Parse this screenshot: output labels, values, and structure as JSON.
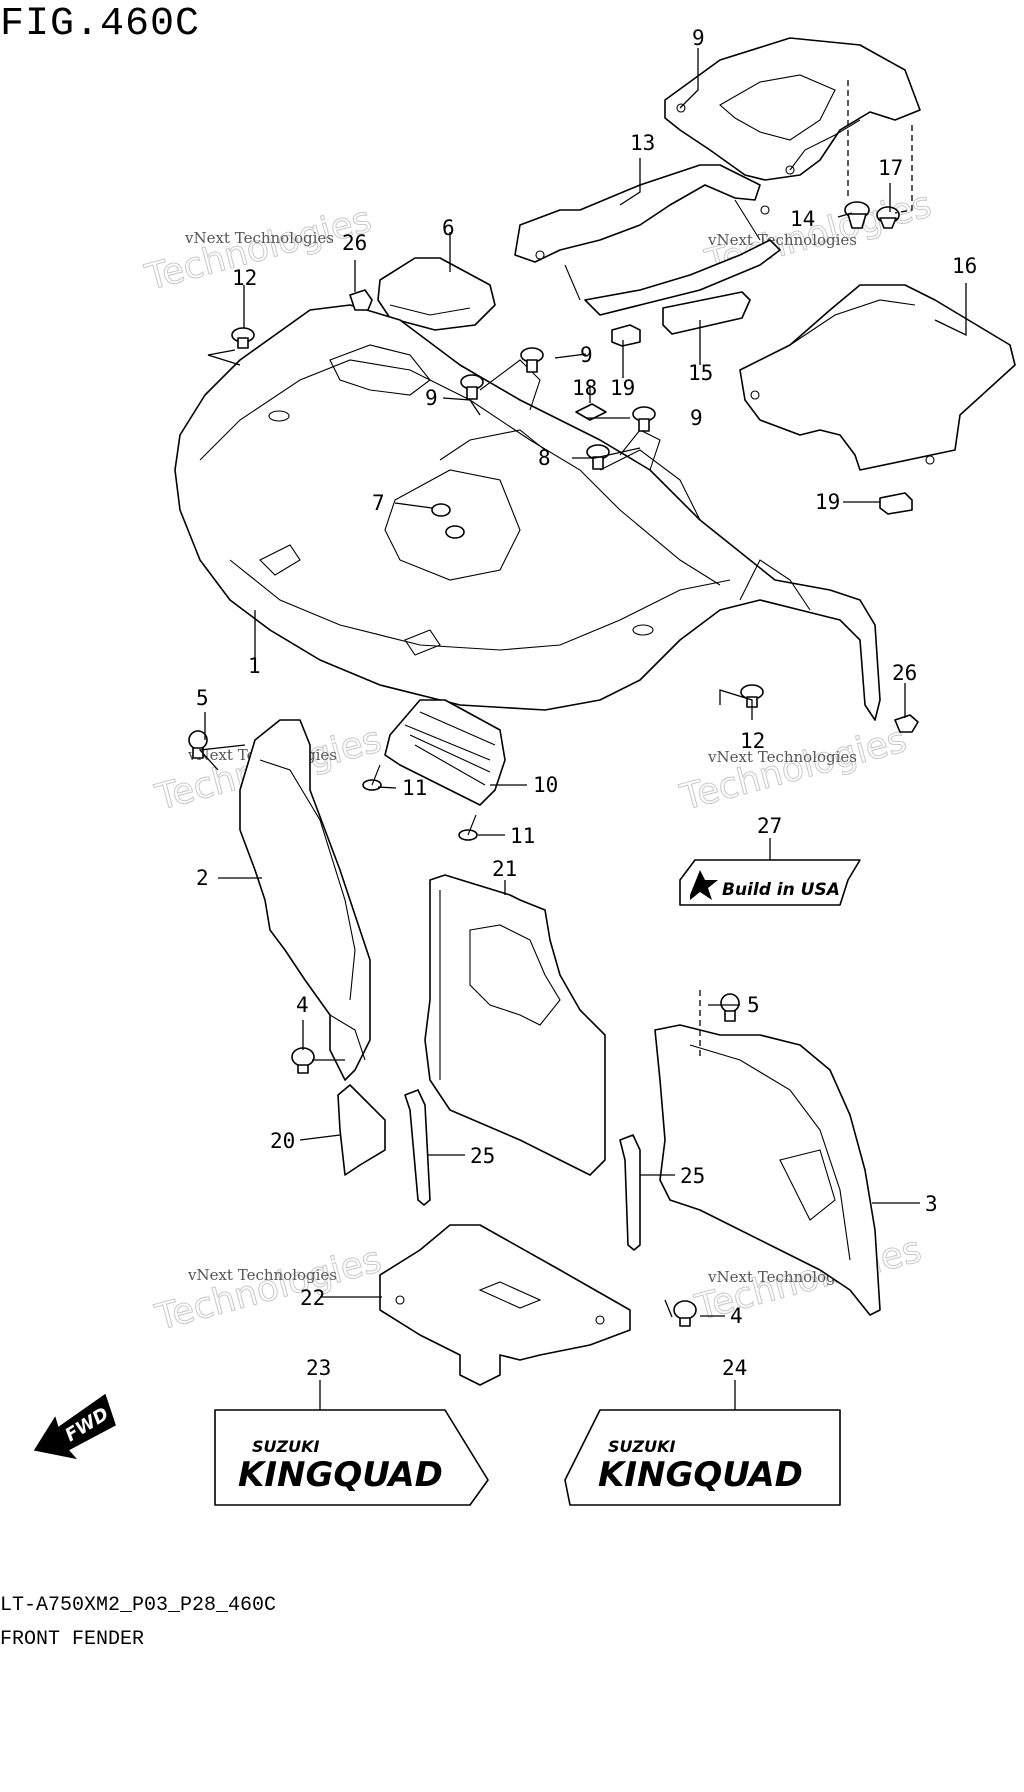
{
  "figure_title": "FIG.460C",
  "model_code": "LT-A750XM2_P03_P28_460C",
  "section_name": "FRONT FENDER",
  "watermark": {
    "line1": "vNext Technologies",
    "line2": "vNext",
    "line3": "Technologies"
  },
  "fwd_label": "FWD",
  "decals": {
    "usa": "Build in USA",
    "brand": "SUZUKI",
    "model": "KINGQUAD"
  },
  "callouts": [
    "1",
    "2",
    "3",
    "4",
    "4",
    "5",
    "5",
    "6",
    "7",
    "8",
    "9",
    "9",
    "9",
    "9",
    "10",
    "11",
    "11",
    "12",
    "12",
    "13",
    "14",
    "15",
    "16",
    "17",
    "18",
    "19",
    "19",
    "20",
    "21",
    "22",
    "23",
    "24",
    "25",
    "25",
    "26",
    "26",
    "27"
  ]
}
